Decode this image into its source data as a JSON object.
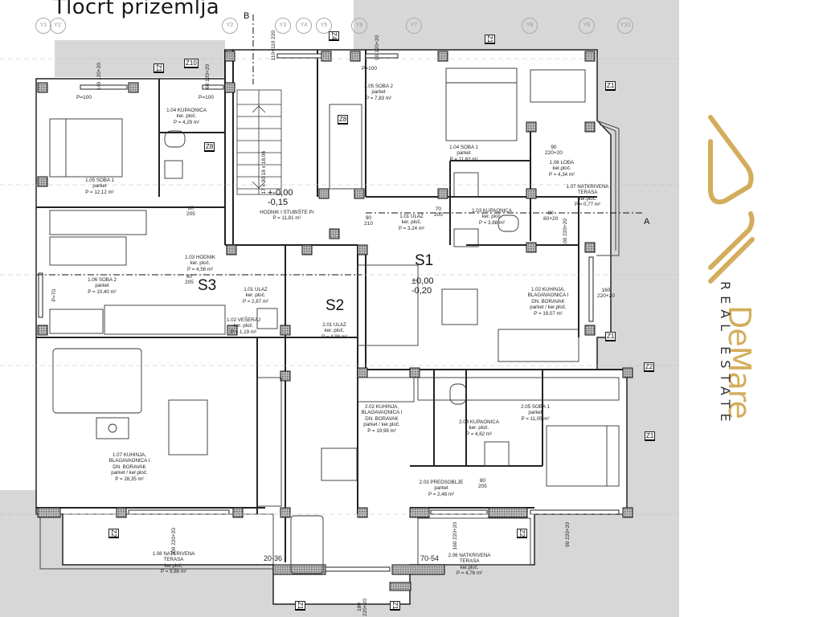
{
  "title": "Tlocrt prizemlja",
  "brand": {
    "name": "DeMare",
    "subtitle": "REAL ESTATE",
    "accent_color": "#d4ad5c",
    "logo_icon": "house-roof-monogram-icon"
  },
  "axes": [
    "Y1",
    "Y1'",
    "Y2",
    "Y3",
    "Y4",
    "Y5",
    "Y6",
    "Y7",
    "Y8",
    "Y9",
    "Y10"
  ],
  "section_markers": [
    "B",
    "A"
  ],
  "units": [
    {
      "name": "S1",
      "level_top": "±0,00",
      "level_bottom": "-0,20"
    },
    {
      "name": "S2"
    },
    {
      "name": "S3"
    }
  ],
  "stair_level": {
    "top": "+-0,00",
    "bottom": "-0,15"
  },
  "stair_dims": {
    "a": "17 x 30",
    "b": "18 x 18,06"
  },
  "rooms": [
    {
      "id": "r104k",
      "lines": [
        "1.04 KUPAONICA",
        "ker. ploč.",
        "P = 4,29 m²"
      ]
    },
    {
      "id": "r105s1",
      "lines": [
        "1.05 SOBA 1",
        "parket",
        "P = 12,12 m²"
      ]
    },
    {
      "id": "r105s2",
      "lines": [
        "1.05 SOBA 2",
        "parket",
        "P = 7,83 m²"
      ]
    },
    {
      "id": "r104s1",
      "lines": [
        "1.04 SOBA 1",
        "parket",
        "P = 11,62 m²"
      ]
    },
    {
      "id": "r106l",
      "lines": [
        "1.06 LOĐA",
        "ker.ploč.",
        "P = 4,34 m²"
      ]
    },
    {
      "id": "r107nt",
      "lines": [
        "1.07 NATKRIVENA",
        "TERASA",
        "ker.ploč.",
        "P = 0,77 m²"
      ]
    },
    {
      "id": "rhod",
      "lines": [
        "HODNIK I STUBIŠTE Pr",
        "P = 11,81 m²"
      ]
    },
    {
      "id": "r101u",
      "lines": [
        "1.01 ULAZ",
        "ker. ploč.",
        "P = 3,24 m²"
      ]
    },
    {
      "id": "r103k",
      "lines": [
        "1.03 KUPAONICA",
        "ker. ploč.",
        "P = 3,88 m²"
      ]
    },
    {
      "id": "r103h",
      "lines": [
        "1.03 HODNIK",
        "ker. ploč.",
        "P = 4,56 m²"
      ]
    },
    {
      "id": "r106s2",
      "lines": [
        "1.06 SOBA 2",
        "parket",
        "P = 10,40 m²"
      ]
    },
    {
      "id": "r101u3",
      "lines": [
        "1.01 ULAZ",
        "ker. ploč.",
        "P = 2,87 m²"
      ]
    },
    {
      "id": "r102v",
      "lines": [
        "1.02 VEŠERAJ",
        "ker. ploč.",
        "P = 1,19 m²"
      ]
    },
    {
      "id": "r201u",
      "lines": [
        "2.01 ULAZ",
        "ker. ploč.",
        "P = 4,98 m²"
      ]
    },
    {
      "id": "r102kb",
      "lines": [
        "1.02 KUHINJA,",
        "BLAGAVAONICA I",
        "DN. BORAVAK",
        "parket / ker.ploč.",
        "P = 19,07 m²"
      ]
    },
    {
      "id": "r107kb",
      "lines": [
        "1.07 KUHINJA,",
        "BLAGAVAONICA I",
        "DN. BORAVAK",
        "parket / ker.ploč.",
        "P = 28,35 m²"
      ]
    },
    {
      "id": "r202kb",
      "lines": [
        "2.02 KUHINJA,",
        "BLAGAVAONICA I",
        "DN. BORAVAK",
        "parket / ker.ploč.",
        "P = 19,98 m²"
      ]
    },
    {
      "id": "r204k",
      "lines": [
        "2.04 KUPAONICA",
        "ker. ploč.",
        "P = 4,62 m²"
      ]
    },
    {
      "id": "r205s1",
      "lines": [
        "2.05 SOBA 1",
        "parket",
        "P = 11,05 m²"
      ]
    },
    {
      "id": "r203p",
      "lines": [
        "2.03 PREDSOBLJE",
        "parket",
        "P = 2,48 m²"
      ]
    },
    {
      "id": "r108nt",
      "lines": [
        "1.08 NATKRIVENA",
        "TERASA",
        "ker.ploč.",
        "P = 9,86 m²"
      ]
    },
    {
      "id": "r206nt",
      "lines": [
        "2.06 NATKRIVENA",
        "TERASA",
        "ker.ploč.",
        "P = 4,76 m²"
      ]
    }
  ],
  "wall_tags": [
    "Z10",
    "Z1",
    "Z4",
    "Z8",
    "Z8",
    "Z1",
    "Z1",
    "Z1",
    "Z2",
    "Z1",
    "Z2",
    "Z2",
    "Z1",
    "Z1"
  ],
  "dimensions": {
    "win_top_left": [
      "140",
      "120+20"
    ],
    "win_top_mid": [
      "60",
      "120+20"
    ],
    "win_stair": [
      "110+110",
      "220"
    ],
    "win_top_s2": [
      "90",
      "120+20"
    ],
    "parapet_a": "P=100",
    "parapet_b": "P=100",
    "parapet_c": "P=100",
    "parapet_side": "P=70",
    "door_80_205": [
      "80",
      "205"
    ],
    "door_70_205": [
      "70",
      "205"
    ],
    "door_90_210": [
      "90",
      "210"
    ],
    "door_loda": [
      "90",
      "220+20"
    ],
    "door_loda2": [
      "80",
      "80+20"
    ],
    "door_terasa": [
      "100",
      "220+20"
    ],
    "win_160": [
      "160",
      "220+20"
    ],
    "win_300": [
      "300",
      "220+20"
    ],
    "win_160b": [
      "160",
      "220+20"
    ],
    "win_90b": [
      "90",
      "220+20"
    ],
    "win_180": [
      "180",
      "220+20"
    ],
    "step_a": "20-36",
    "step_b": "70-54"
  }
}
